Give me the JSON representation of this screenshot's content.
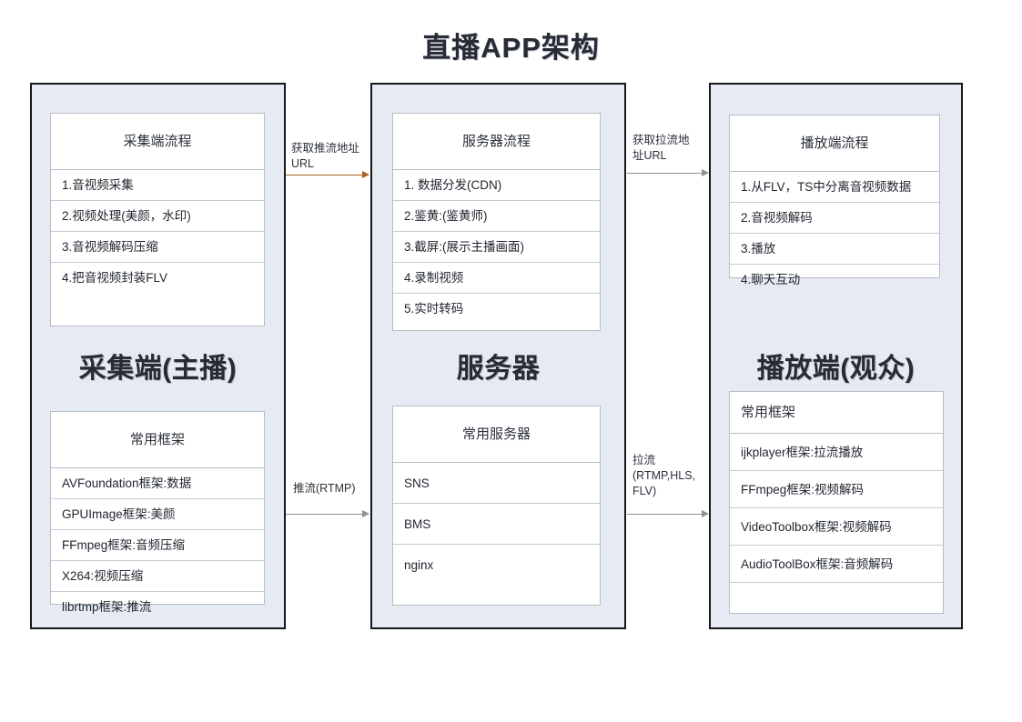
{
  "title": "直播APP架构",
  "columns": [
    {
      "id": "capture",
      "heading": "采集端(主播)",
      "flow_card": {
        "header": "采集端流程",
        "rows": [
          "1.音视频采集",
          "2.视频处理(美颜，水印)",
          "3.音视频解码压缩",
          "4.把音视频封装FLV"
        ]
      },
      "framework_card": {
        "header": "常用框架",
        "rows": [
          "AVFoundation框架:数据",
          "GPUImage框架:美颜",
          "FFmpeg框架:音频压缩",
          "X264:视频压缩",
          "librtmp框架:推流"
        ]
      }
    },
    {
      "id": "server",
      "heading": "服务器",
      "flow_card": {
        "header": "服务器流程",
        "rows": [
          "1. 数据分发(CDN)",
          "2.鉴黄:(鉴黄师)",
          "3.截屏:(展示主播画面)",
          "4.录制视频",
          "5.实时转码"
        ]
      },
      "framework_card": {
        "header": "常用服务器",
        "rows": [
          "SNS",
          "BMS",
          "nginx"
        ]
      }
    },
    {
      "id": "player",
      "heading": "播放端(观众)",
      "flow_card": {
        "header": "播放端流程",
        "rows": [
          "1.从FLV，TS中分离音视频数据",
          "2.音视频解码",
          "3.播放",
          "4.聊天互动"
        ]
      },
      "framework_card": {
        "header": "常用框架",
        "rows": [
          "ijkplayer框架:拉流播放",
          "FFmpeg框架:视频解码",
          "VideoToolbox框架:视频解码",
          "AudioToolBox框架:音频解码",
          ""
        ]
      }
    }
  ],
  "connectors": {
    "push_url": {
      "label": "获取推流地址\nURL",
      "color": "#a7651f"
    },
    "pull_url": {
      "label": "获取拉流地\n址URL",
      "color": "#8d9199"
    },
    "rtmp": {
      "label": "推流(RTMP)",
      "color": "#8d9199"
    },
    "pull": {
      "label": "拉流\n(RTMP,HLS,\nFLV)",
      "color": "#8d9199"
    }
  },
  "colors": {
    "panel_background": "#e6eaf3",
    "panel_border": "#15181d",
    "card_background": "#ffffff",
    "card_border": "#b8bcc4",
    "text": "#20252e",
    "accent_orange": "#a7651f",
    "connector_gray": "#8d9199"
  }
}
